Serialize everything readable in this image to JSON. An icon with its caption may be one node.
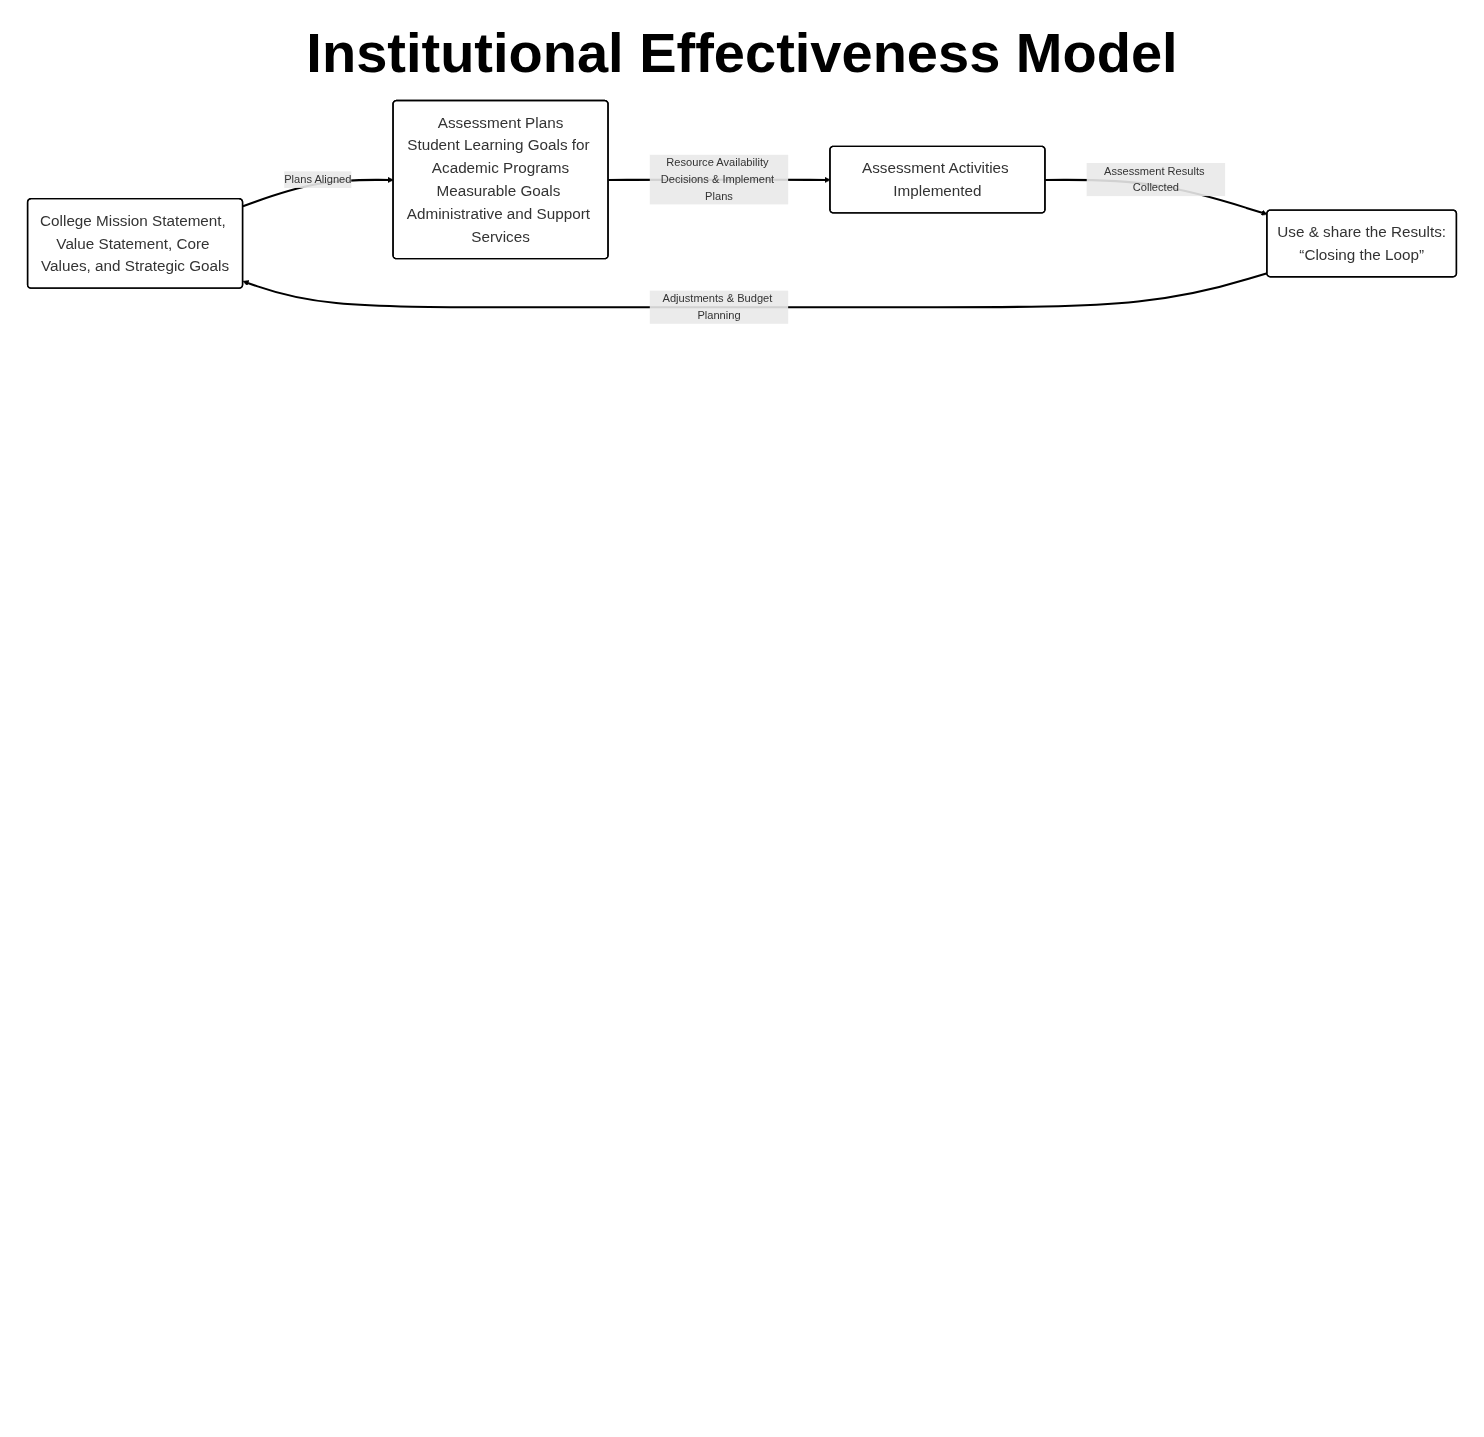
{
  "diagram": {
    "title": "Institutional Effectiveness Model",
    "nodes": [
      {
        "text": [
          "College Mission Statement, Value Statement, Core Values, and Strategic Goals"
        ]
      },
      {
        "text": [
          "Assessment Plans",
          "Student Learning Goals for Academic Programs",
          "Measurable Goals Administrative and Support Services"
        ]
      },
      {
        "text": [
          "Assessment Activities Implemented"
        ]
      },
      {
        "text": [
          "Use & share the Results:",
          "“Closing the Loop”"
        ]
      }
    ],
    "edges": [
      {
        "from": 0,
        "to": 1,
        "arrow": "to",
        "label": "Plans Aligned"
      },
      {
        "from": 1,
        "to": 2,
        "arrow": "to",
        "label": "Resource Availability Decisions & Implement Plans"
      },
      {
        "from": 2,
        "to": 3,
        "arrow": "to",
        "label": "Assessment Results Collected"
      },
      {
        "from": 3,
        "to": 0,
        "arrow": "to",
        "label": "Adjustments & Budget Planning"
      }
    ]
  }
}
